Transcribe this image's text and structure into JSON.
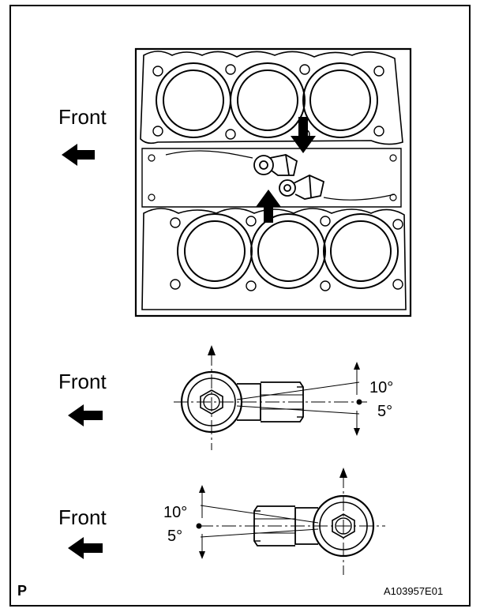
{
  "labels": {
    "front_1": "Front",
    "front_2": "Front",
    "front_3": "Front",
    "angle_10_mid": "10°",
    "angle_5_mid": "5°",
    "angle_10_bottom": "10°",
    "angle_5_bottom": "5°",
    "corner_letter": "P",
    "figure_id": "A103957E01"
  },
  "icons": {
    "front_arrow": "arrow-left-icon",
    "install_arrow_down": "arrow-down-icon",
    "install_arrow_up": "arrow-up-icon"
  }
}
